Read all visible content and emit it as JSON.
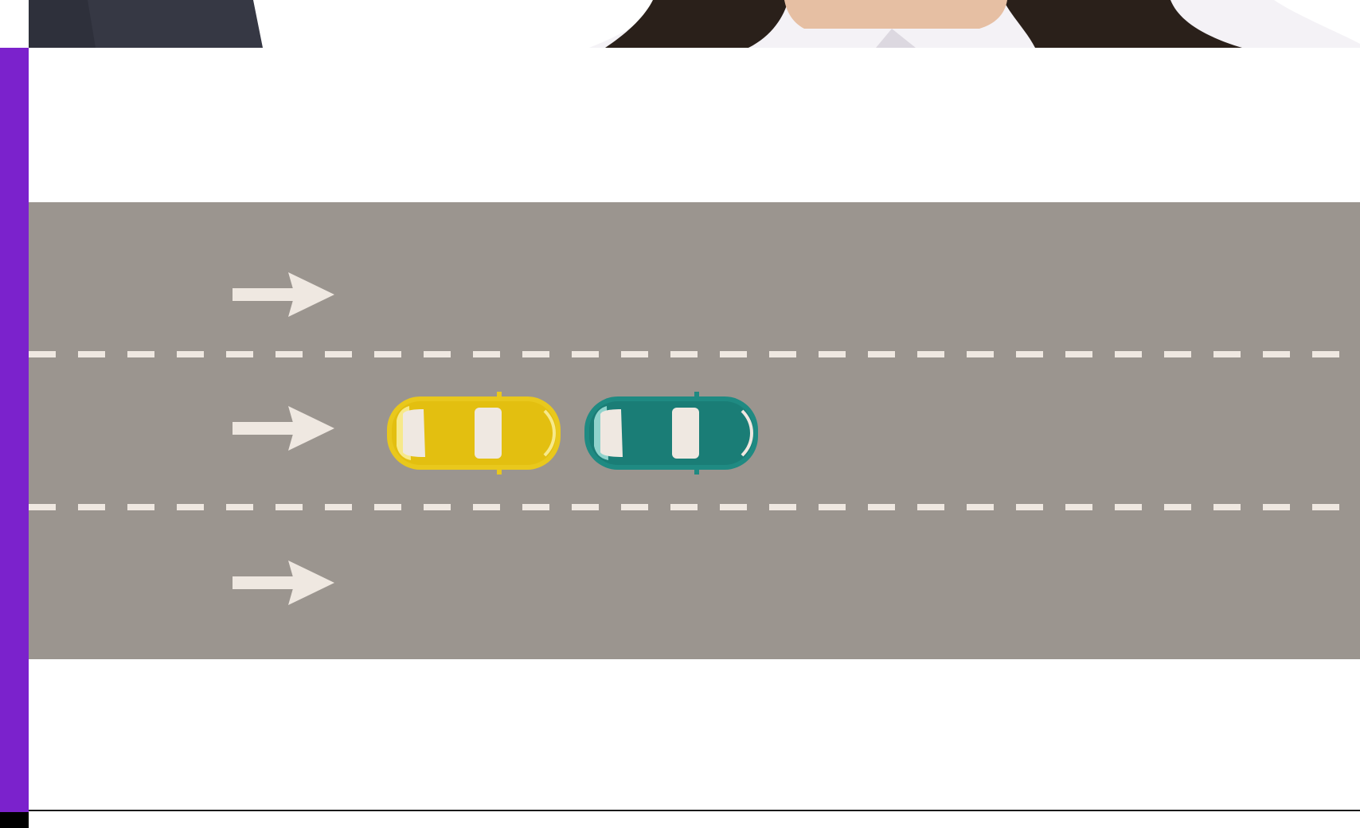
{
  "scene": {
    "description_free": true,
    "colors": {
      "accent_purple": "#7B22CC",
      "road_gray": "#9B958F",
      "lane_marking": "#EFE8E1",
      "arrow": "#EFE8E1",
      "car_yellow": "#E9C81C",
      "car_teal": "#1F8A82",
      "hair": "#2A201A",
      "shirt": "#F4F2F6",
      "jacket": "#363844",
      "skin": "#E6BFA3"
    },
    "icons": {
      "lane_arrow": "arrow-right-icon",
      "car_top_view": "car-icon"
    },
    "lanes": {
      "count": 3,
      "direction": "right"
    },
    "cars": [
      {
        "name": "yellow-car",
        "color_key": "car_yellow"
      },
      {
        "name": "teal-car",
        "color_key": "car_teal"
      }
    ]
  }
}
